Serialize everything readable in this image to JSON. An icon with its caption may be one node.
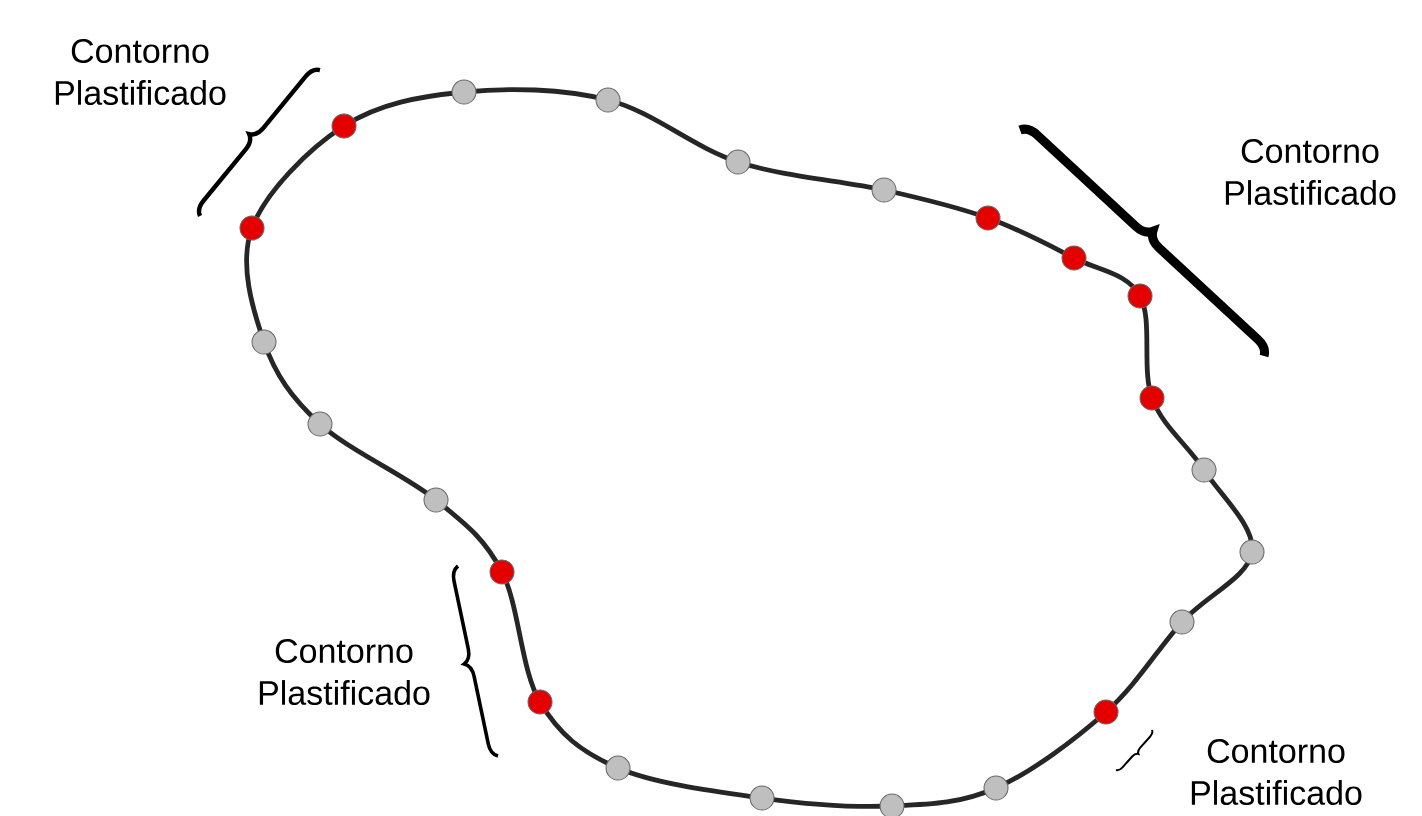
{
  "diagram": {
    "labels": [
      "Contorno Plastificado",
      "Contorno Plastificado",
      "Contorno Plastificado",
      "Contorno Plastificado"
    ]
  }
}
